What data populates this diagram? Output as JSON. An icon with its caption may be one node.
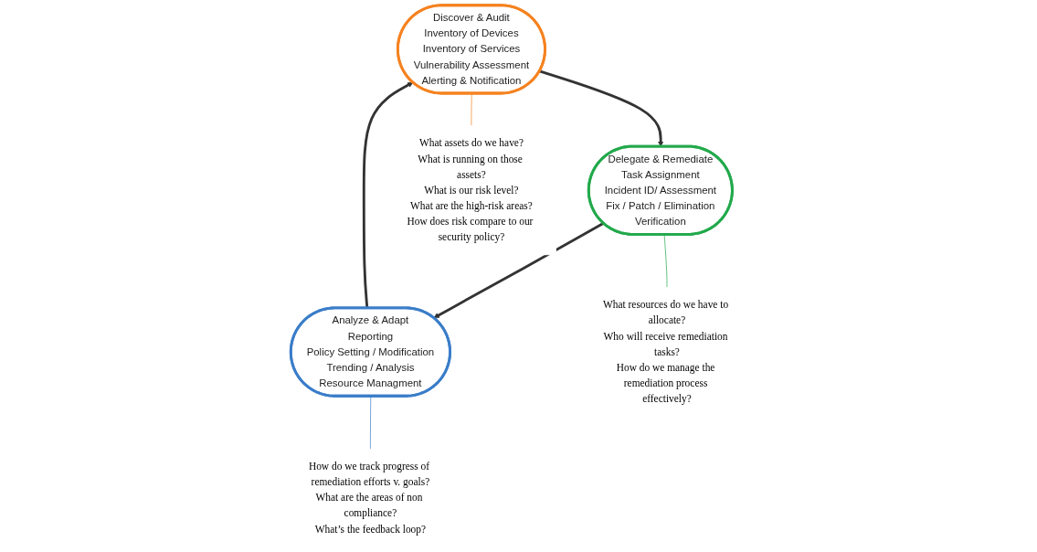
{
  "diagram": {
    "nodes": [
      {
        "text": [
          "Discover & Audit",
          "Inventory of Devices",
          "Inventory of Services",
          "Vulnerability Assessment",
          "Alerting & Notification"
        ]
      },
      {
        "text": [
          "Delegate & Remediate",
          "Task Assignment",
          "Incident ID/ Assessment",
          "Fix / Patch / Elimination",
          "Verification"
        ]
      },
      {
        "text": [
          "Analyze & Adapt",
          "Reporting",
          "Policy Setting / Modification",
          "Trending / Analysis",
          "Resource Managment"
        ]
      },
      {
        "text": [
          "What assets do we have?",
          "What is running on those assets?",
          "What is our risk level?",
          "What are the high-risk areas?",
          "How does risk compare to our security policy?"
        ]
      },
      {
        "text": [
          "What resources do we have to allocate?",
          "Who will receive remediation tasks?",
          "How do we manage the remediation process effectively?"
        ]
      },
      {
        "text": [
          "How do we track progress of remediation efforts v. goals?",
          "What are the areas of non compliance?",
          "What’s the feedback loop?"
        ]
      }
    ],
    "edges": [
      {
        "from": 0,
        "to": 1,
        "arrow": "to",
        "style": "thick"
      },
      {
        "from": 1,
        "to": 2,
        "arrow": "to",
        "style": "thick"
      },
      {
        "from": 2,
        "to": 0,
        "arrow": "to",
        "style": "thick"
      },
      {
        "from": 0,
        "to": 3,
        "arrow": "none",
        "color": "#f58220"
      },
      {
        "from": 1,
        "to": 4,
        "arrow": "none",
        "color": "#22a94b"
      },
      {
        "from": 2,
        "to": 5,
        "arrow": "none",
        "color": "#3a7dc9"
      }
    ]
  }
}
